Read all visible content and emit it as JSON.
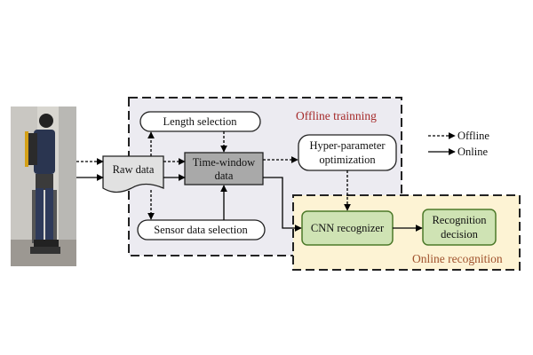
{
  "colors": {
    "offline_region_fill": "#ecebf1",
    "online_region_fill": "#fdf3d4",
    "offline_title": "#a52a2a",
    "online_title": "#a0522d",
    "timewindow_fill": "#a9a9a9",
    "cnn_fill": "#cfe3b4",
    "cnn_stroke": "#4d7a2a"
  },
  "diagram": {
    "offline_title": "Offline trainning",
    "online_title": "Online recognition",
    "raw_data": "Raw data",
    "length_selection": "Length selection",
    "time_window_line1": "Time-window",
    "time_window_line2": "data",
    "sensor_data_selection": "Sensor data selection",
    "hyper_line1": "Hyper-parameter",
    "hyper_line2": "optimization",
    "cnn_recognizer": "CNN recognizer",
    "decision_line1": "Recognition",
    "decision_line2": "decision"
  },
  "legend": {
    "offline": "Offline",
    "online": "Online"
  },
  "photo": {
    "subject": "person-wearing-exoskeleton"
  }
}
